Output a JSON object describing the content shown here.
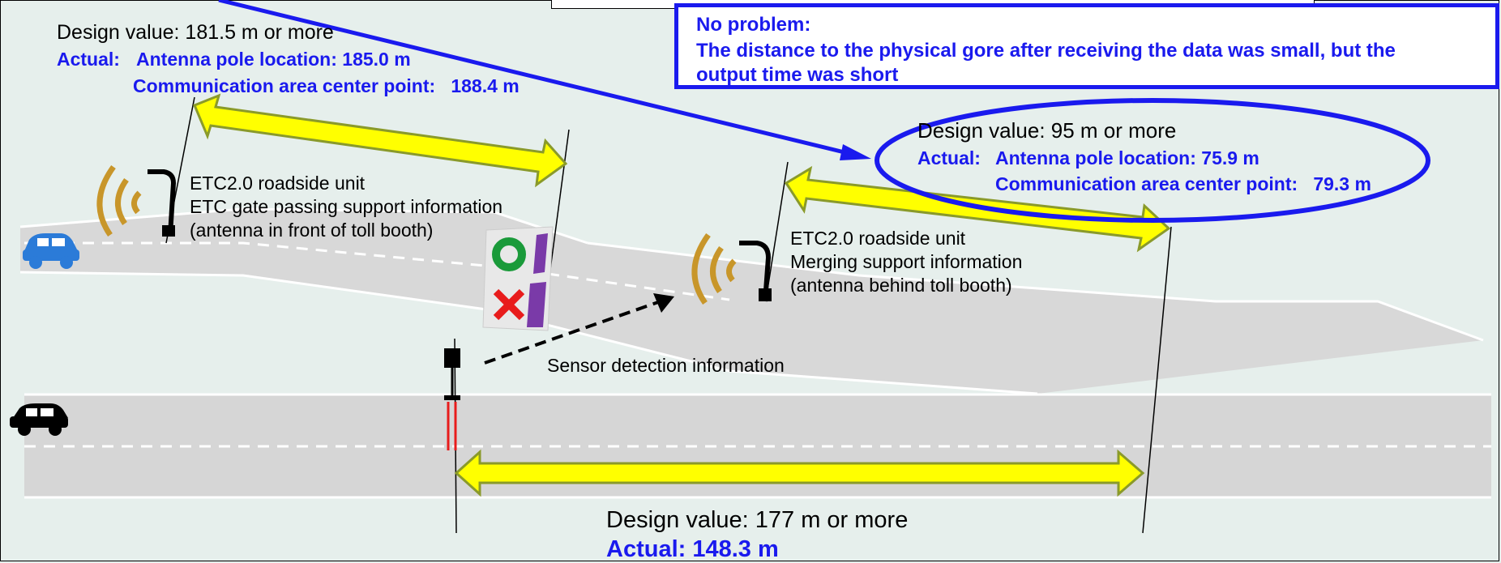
{
  "top_left_label": {
    "design": "Design value: 181.5 m or more",
    "actual_prefix": "Actual:",
    "antenna": "Antenna pole location: 185.0 m",
    "center": "Communication area center point:   188.4 m"
  },
  "callout": {
    "title": "No problem:",
    "line1": "The distance to the physical gore after receiving the data was small, but the",
    "line2": "output time was short"
  },
  "right_label": {
    "design": "Design value: 95 m or more",
    "actual_prefix": "Actual:",
    "antenna": "Antenna pole location: 75.9 m",
    "center": "Communication area center point:   79.3 m"
  },
  "unit_front": {
    "l1": "ETC2.0 roadside unit",
    "l2": "ETC gate passing support information",
    "l3": "(antenna in front of toll booth)"
  },
  "unit_behind": {
    "l1": "ETC2.0 roadside unit",
    "l2": "Merging support information",
    "l3": "(antenna behind toll booth)"
  },
  "sensor_label": "Sensor detection information",
  "bottom_label": {
    "design": "Design value: 177 m or more",
    "actual": "Actual: 148.3 m"
  },
  "colors": {
    "callout_blue": "#1a1aee",
    "arrow_fill": "#ffff00",
    "arrow_stroke": "#8a9a2a",
    "road": "#d6d6d6",
    "antenna_wave": "#c8962a",
    "car_blue": "#2b7bd8",
    "ok_green": "#1a9a3a",
    "ng_red": "#e81c1c",
    "purple": "#7a3aa8"
  },
  "icons": [
    "antenna-icon",
    "wave-icon",
    "car-icon",
    "ok-icon",
    "ng-icon",
    "sensor-icon"
  ]
}
